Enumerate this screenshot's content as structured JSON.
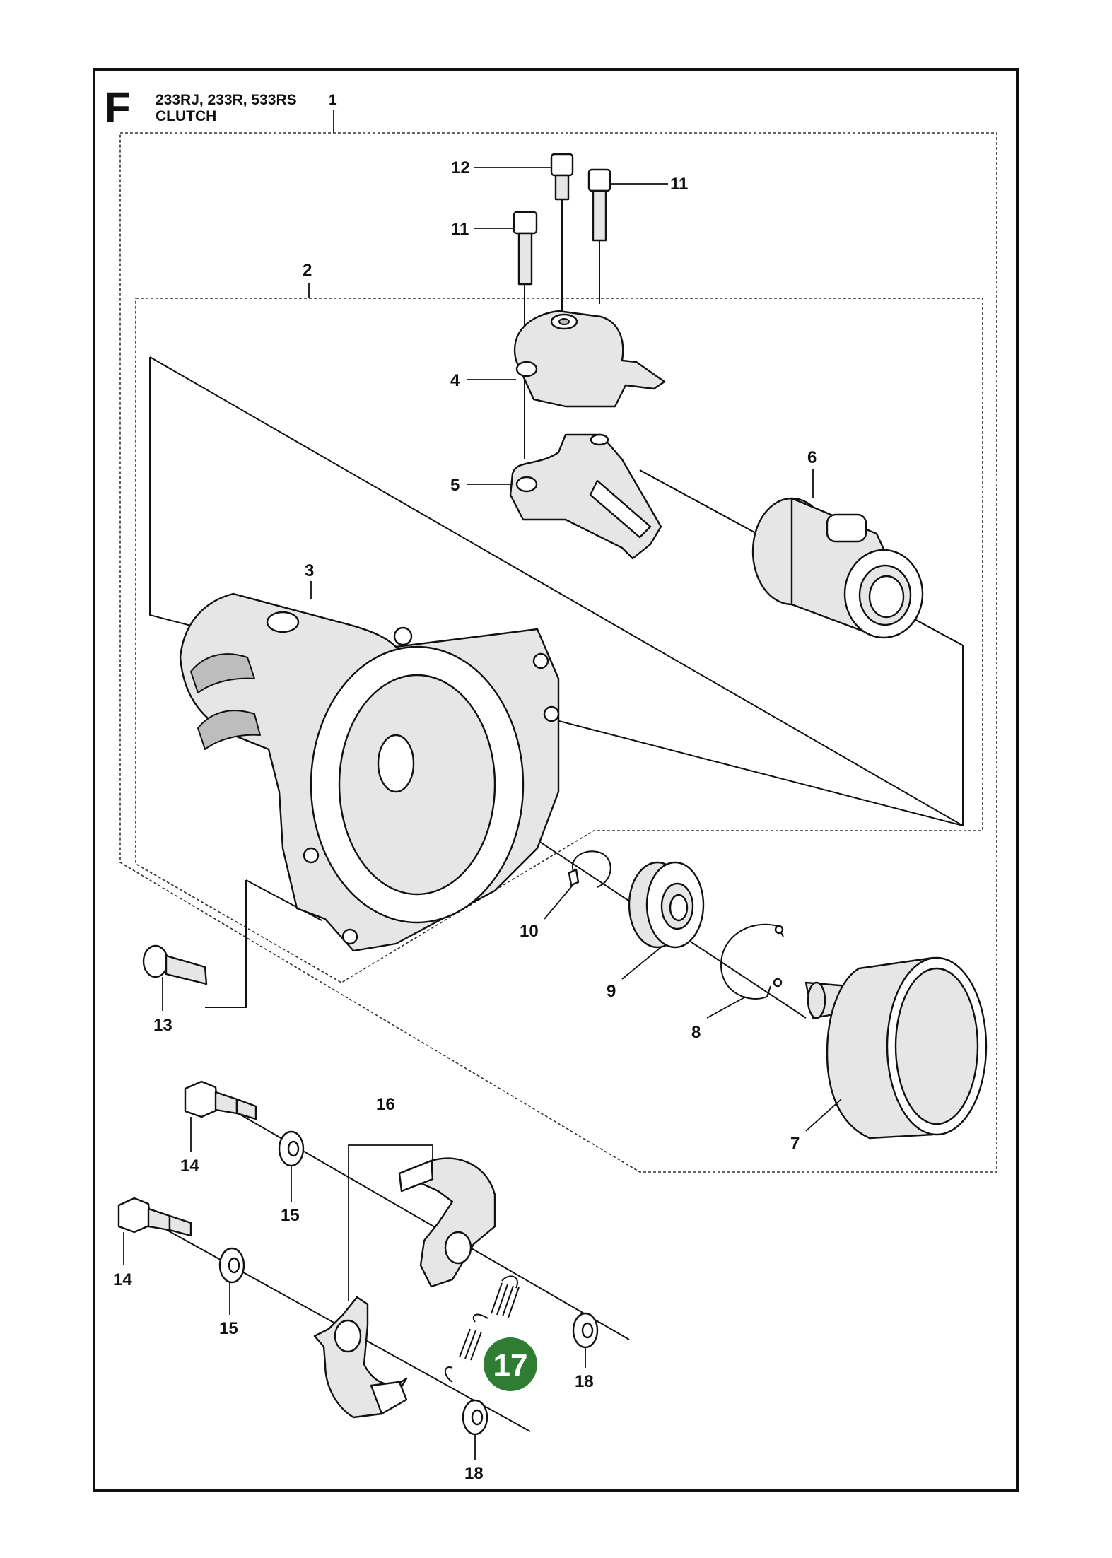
{
  "header": {
    "section_letter": "F",
    "models": "233RJ, 233R, 533RS",
    "title": "CLUTCH",
    "top_ref": "1"
  },
  "callouts": {
    "c2": "2",
    "c3": "3",
    "c4": "4",
    "c5": "5",
    "c6": "6",
    "c7": "7",
    "c8": "8",
    "c9": "9",
    "c10": "10",
    "c11a": "11",
    "c11b": "11",
    "c12": "12",
    "c13": "13",
    "c14a": "14",
    "c14b": "14",
    "c15a": "15",
    "c15b": "15",
    "c16": "16",
    "c17": "17",
    "c18a": "18",
    "c18b": "18"
  },
  "colors": {
    "highlight": "#2e7d32",
    "highlight_text": "#ffffff",
    "line": "#111111"
  }
}
